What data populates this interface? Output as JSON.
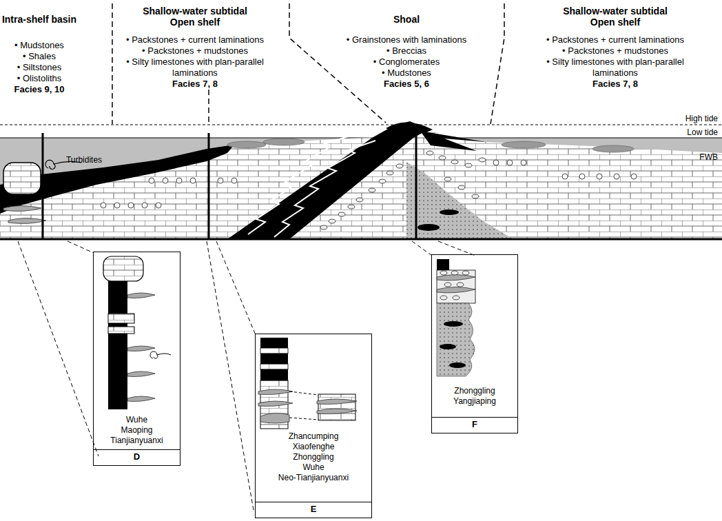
{
  "diagram": {
    "nodes": [
      {
        "text": [
          "Wuhe Maoping Tianjianyuanxi"
        ]
      },
      {
        "text": [
          "D"
        ],
        "in": 0
      },
      {
        "text": [
          "Zhancumping Xiaofenghe Zhonggling Wuhe Neo-Tianjianyuanxi"
        ]
      },
      {
        "text": [
          "E"
        ],
        "in": 2
      },
      {
        "text": [
          "Zhonggling Yangjiaping"
        ]
      },
      {
        "text": [
          "F"
        ],
        "in": 4
      }
    ],
    "labels": [
      "Intra-shelf basin",
      "• Mudstones",
      "• Shales",
      "• Siltstones",
      "• Olistoliths",
      "Facies 9, 10",
      "Shallow-water subtidal Open shelf",
      "• Packstones + current laminations",
      "• Packstones + mudstones",
      "• Silty limestones with plan-parallel laminations",
      "Facies 7, 8",
      "Shoal",
      "• Grainstones with laminations",
      "• Breccias",
      "• Conglomerates",
      "• Mudstones",
      "Facies 5, 6",
      "Shallow-water subtidal Open shelf",
      "• Packstones + current laminations",
      "• Packstones + mudstones",
      "• Silty limestones with plan-parallel laminations",
      "Facies 7, 8",
      "High tide",
      "Low tide",
      "FWB",
      "Turbidites"
    ]
  }
}
